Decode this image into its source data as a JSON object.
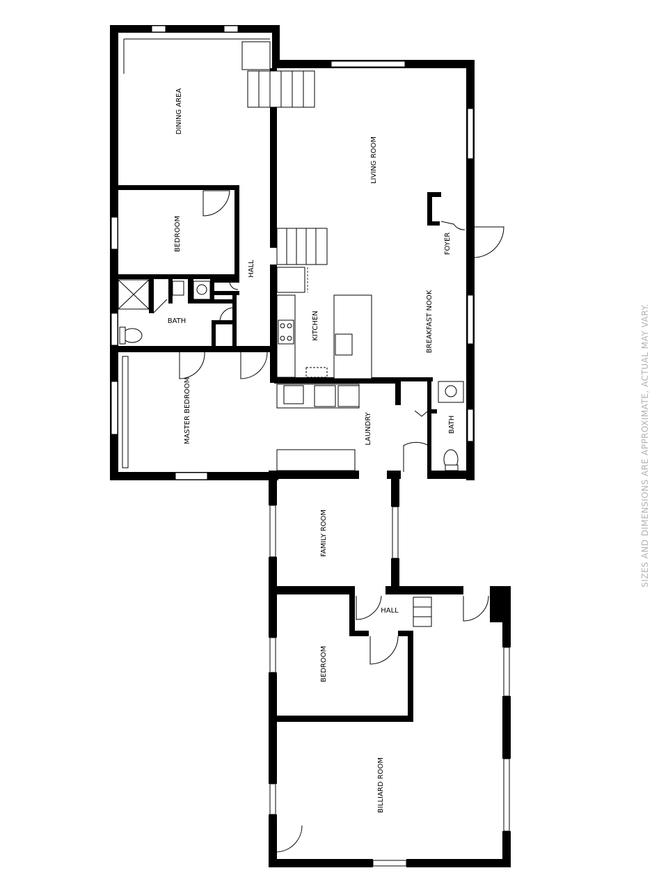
{
  "rooms": {
    "dining_area": "DINING AREA",
    "living_room": "LIVING ROOM",
    "bedroom_1": "BEDROOM",
    "hall_1": "HALL",
    "foyer": "FOYER",
    "bath_1": "BATH",
    "kitchen": "KITCHEN",
    "breakfast_nook": "BREAKFAST NOOK",
    "master_bedroom": "MASTER BEDROOM",
    "laundry": "LAUNDRY",
    "bath_2": "BATH",
    "family_room": "FAMILY ROOM",
    "hall_2": "HALL",
    "bedroom_2": "BEDROOM",
    "billiard_room": "BILLIARD ROOM"
  },
  "disclaimer": "SIZES AND DIMENSIONS ARE APPROXIMATE, ACTUAL MAY VARY."
}
